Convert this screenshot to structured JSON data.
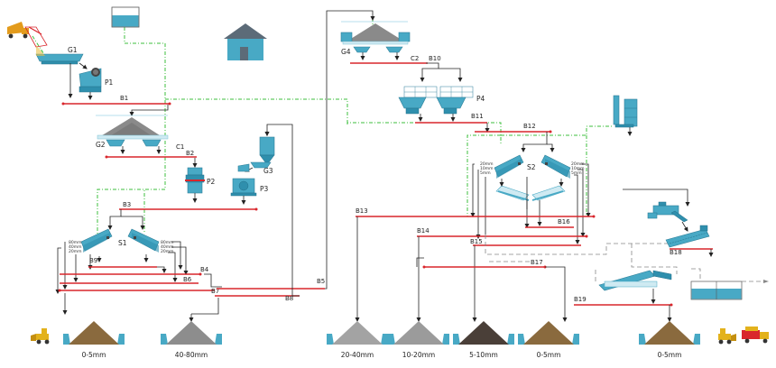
{
  "colors": {
    "belt": "#d9262c",
    "machine": "#48a9c5",
    "water_line": "#3cbf3c",
    "flow_line": "#222222",
    "return_line": "#888888"
  },
  "machines": {
    "G1": "G1",
    "P1": "P1",
    "G2": "G2",
    "C1": "C1",
    "P2": "P2",
    "G3": "G3",
    "P3": "P3",
    "S1": "S1",
    "G4": "G4",
    "C2": "C2",
    "P4": "P4",
    "S2": "S2"
  },
  "belts": {
    "B1": "B1",
    "B2": "B2",
    "B3": "B3",
    "B4": "B4",
    "B5": "B5",
    "B6": "B6",
    "B7": "B7",
    "B8": "B8",
    "B9": "B9",
    "B10": "B10",
    "B11": "B11",
    "B12": "B12",
    "B13": "B13",
    "B14": "B14",
    "B15": "B15",
    "B16": "B16",
    "B17": "B17",
    "B18": "B18",
    "B19": "B19"
  },
  "screen_sizes": {
    "s1_left": [
      "80mm",
      "40mm",
      "20mm"
    ],
    "s1_right": [
      "80mm",
      "40mm",
      "20mm"
    ],
    "s2_left": [
      "20mm",
      "10mm",
      "5mm"
    ],
    "s2_right": [
      "20mm",
      "10mm",
      "5mm"
    ]
  },
  "products": [
    {
      "label": "0-5mm",
      "color": "#8a6a3e"
    },
    {
      "label": "40-80mm",
      "color": "#8d8d8d"
    },
    {
      "label": "20-40mm",
      "color": "#a3a3a3"
    },
    {
      "label": "10-20mm",
      "color": "#9b9b9b"
    },
    {
      "label": "5-10mm",
      "color": "#4a3f38"
    },
    {
      "label": "0-5mm",
      "color": "#8a6a3e"
    },
    {
      "label": "0-5mm",
      "color": "#8a6a3e"
    }
  ]
}
